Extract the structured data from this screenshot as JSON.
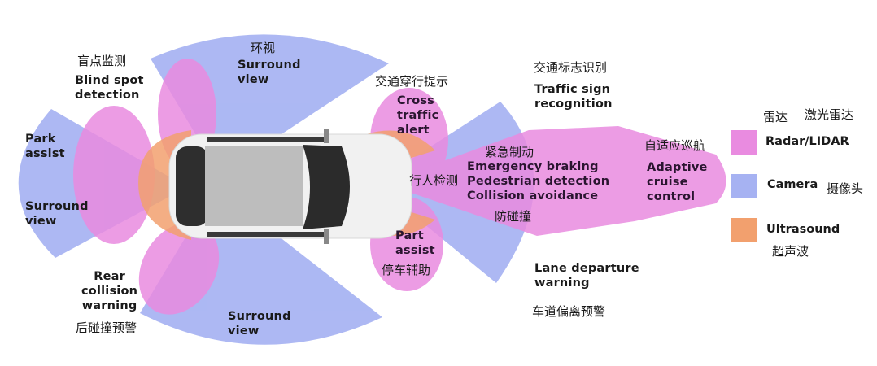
{
  "colors": {
    "radar": "#e98be0",
    "camera": "#a6b2f2",
    "ultrasound": "#f2a06e",
    "text": "#1a1a1a"
  },
  "zones": {
    "park_assist": {
      "en_line1": "Park",
      "en_line2": "assist"
    },
    "surround_left": {
      "en_line1": "Surround",
      "en_line2": "view"
    },
    "blind_spot": {
      "cn": "盲点监测",
      "en_line1": "Blind spot",
      "en_line2": "detection"
    },
    "surround_top": {
      "cn": "环视",
      "en_line1": "Surround",
      "en_line2": "view"
    },
    "cross_traffic": {
      "cn": "交通穿行提示",
      "en_line1": "Cross",
      "en_line2": "traffic",
      "en_line3": "alert"
    },
    "traffic_sign": {
      "cn": "交通标志识别",
      "en_line1": "Traffic sign",
      "en_line2": "recognition"
    },
    "emergency": {
      "cn_top": "紧急制动",
      "cn_left": "行人检测",
      "en_line1": "Emergency braking",
      "en_line2": "Pedestrian detection",
      "en_line3": "Collision avoidance",
      "cn_bottom": "防碰撞"
    },
    "acc": {
      "cn": "自适应巡航",
      "en_line1": "Adaptive",
      "en_line2": "cruise",
      "en_line3": "control"
    },
    "part_assist": {
      "cn": "停车辅助",
      "en_line1": "Part",
      "en_line2": "assist"
    },
    "lane_departure": {
      "cn": "车道偏离预警",
      "en_line1": "Lane departure",
      "en_line2": "warning"
    },
    "rear_collision": {
      "cn": "后碰撞预警",
      "en_line1": "Rear",
      "en_line2": "collision",
      "en_line3": "warning"
    },
    "surround_bottom": {
      "en_line1": "Surround",
      "en_line2": "view"
    }
  },
  "legend": {
    "radar": {
      "cn_1": "雷达",
      "cn_2": "激光雷达",
      "label": "Radar/LIDAR"
    },
    "camera": {
      "label": "Camera",
      "cn": "摄像头"
    },
    "ultrasound": {
      "label": "Ultrasound",
      "cn": "超声波"
    }
  }
}
